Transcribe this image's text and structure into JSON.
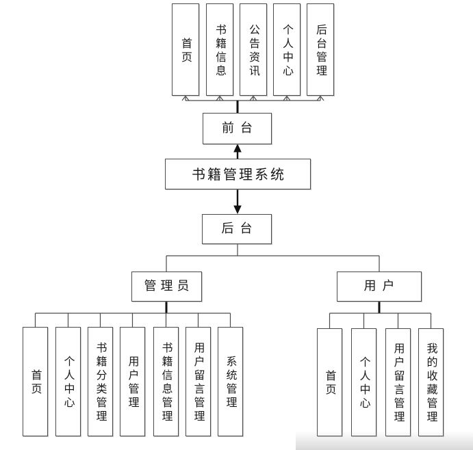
{
  "diagram": {
    "system_label": "书籍管理系统",
    "frontend": {
      "label": "前台",
      "modules": [
        "首页",
        "书籍信息",
        "公告资讯",
        "个人中心",
        "后台管理"
      ]
    },
    "backend": {
      "label": "后台"
    },
    "admin": {
      "label": "管理员",
      "modules": [
        "首页",
        "个人中心",
        "书籍分类管理",
        "用户管理",
        "书籍信息管理",
        "用户留言管理",
        "系统管理"
      ]
    },
    "user": {
      "label": "用户",
      "modules": [
        "首页",
        "个人中心",
        "用户留言管理",
        "我的收藏管理"
      ]
    }
  },
  "colors": {
    "line": "#4a4a4a",
    "bold_line": "#111111",
    "box_border": "#4b4b4b",
    "box_fill": "#ffffff",
    "text": "#1a1a1a",
    "background": "#ffffff"
  }
}
